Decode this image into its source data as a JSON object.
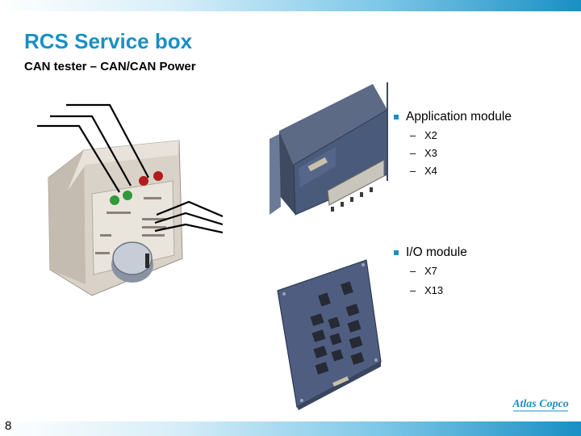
{
  "slide": {
    "title": "RCS Service box",
    "subtitle": "CAN tester – CAN/CAN Power",
    "page_number": "8"
  },
  "bullets": [
    {
      "label": "Application module",
      "items": [
        "X2",
        "X3",
        "X4"
      ]
    },
    {
      "label": "I/O module",
      "items": [
        "X7",
        "X13"
      ]
    }
  ],
  "logo": {
    "text": "Atlas Copco"
  },
  "colors": {
    "accent": "#1a8fc4",
    "module_body": "#4a5a7a"
  }
}
